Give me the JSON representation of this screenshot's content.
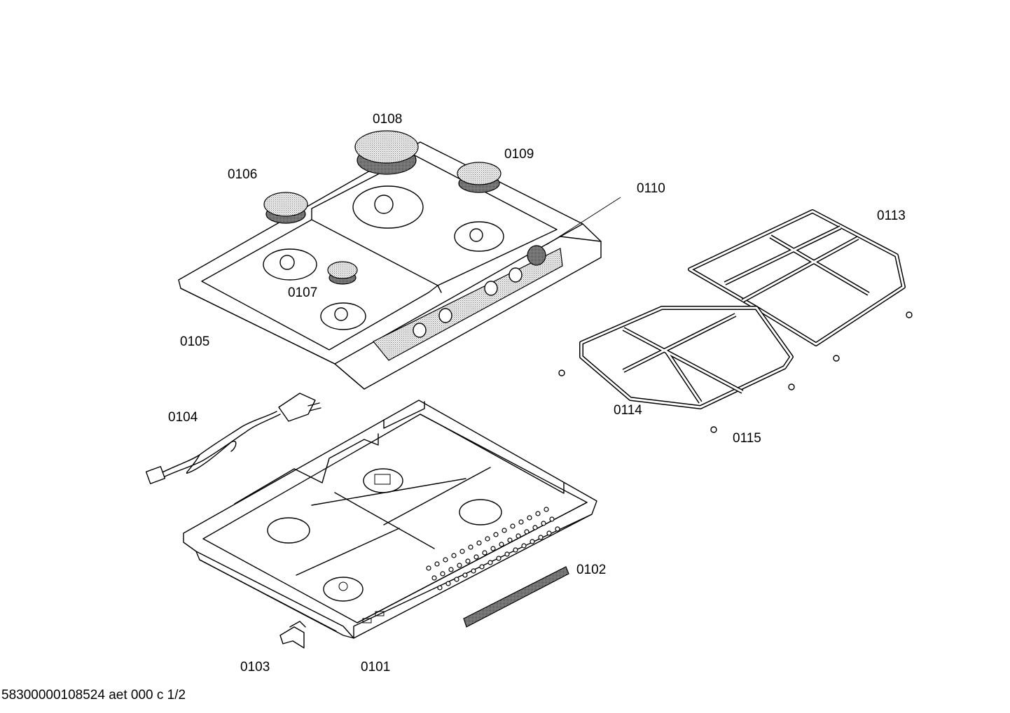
{
  "labels": {
    "p0101": "0101",
    "p0102": "0102",
    "p0103": "0103",
    "p0104": "0104",
    "p0105": "0105",
    "p0106": "0106",
    "p0107": "0107",
    "p0108": "0108",
    "p0109": "0109",
    "p0110": "0110",
    "p0113": "0113",
    "p0114": "0114",
    "p0115": "0115"
  },
  "footer": {
    "code": "58300000108524 aet 000 c 1/2"
  }
}
